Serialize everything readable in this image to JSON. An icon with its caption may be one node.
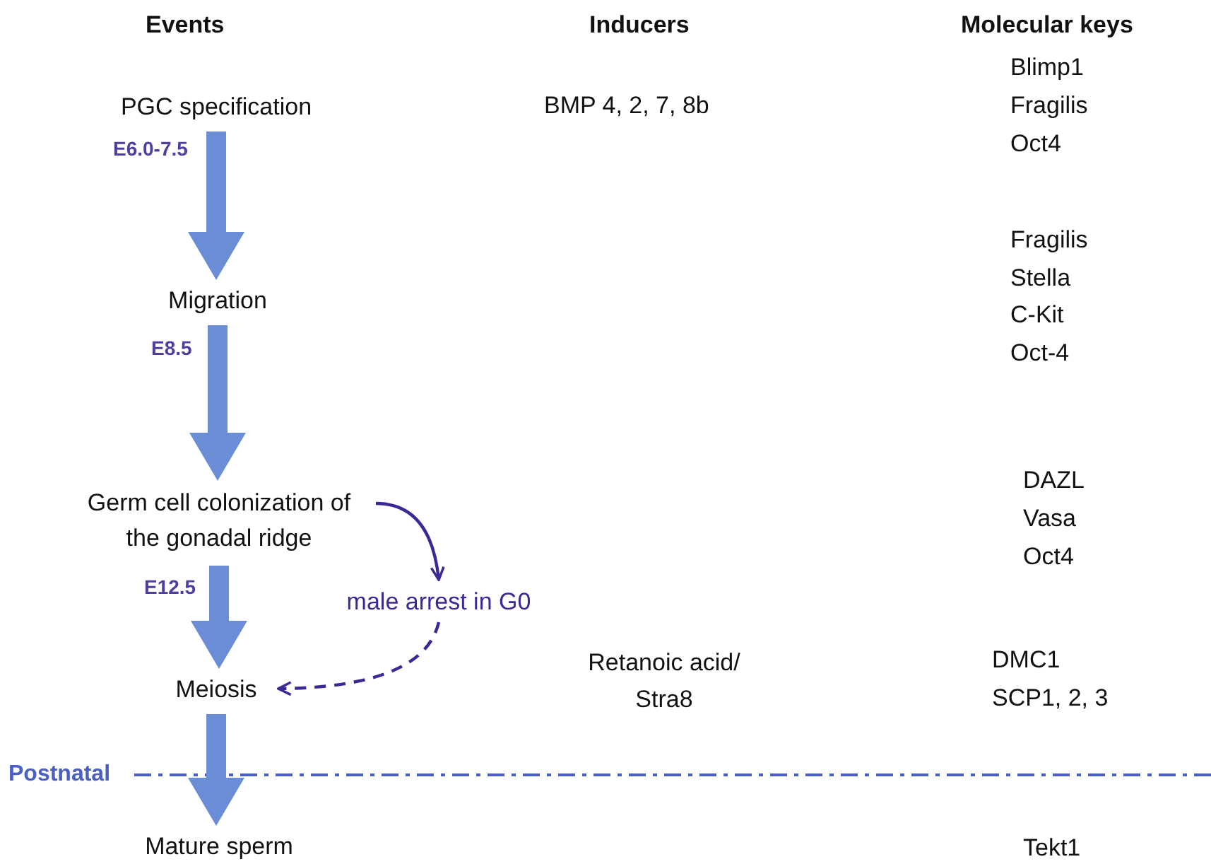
{
  "diagram": {
    "nodes": [
      {
        "text": [
          "PGC specification"
        ]
      },
      {
        "text": [
          "Migration"
        ]
      },
      {
        "text": [
          "Germ cell colonization of the gonadal ridge"
        ]
      },
      {
        "text": [
          "Meiosis"
        ]
      },
      {
        "text": [
          "Mature sperm"
        ]
      },
      {
        "text": [
          "male arrest in G0"
        ]
      }
    ],
    "edges": [
      {
        "from": 0,
        "to": 1,
        "arrow": "to",
        "label": "E6.0-7.5",
        "style": "thick"
      },
      {
        "from": 1,
        "to": 2,
        "arrow": "to",
        "label": "E8.5",
        "style": "thick"
      },
      {
        "from": 2,
        "to": 3,
        "arrow": "to",
        "label": "E12.5",
        "style": "thick"
      },
      {
        "from": 3,
        "to": 4,
        "arrow": "to",
        "style": "thick"
      },
      {
        "from": 2,
        "to": 5,
        "arrow": "to",
        "color": "#3b2a96"
      },
      {
        "from": 5,
        "to": 3,
        "arrow": "to",
        "style": "dashed",
        "color": "#3b2a96"
      }
    ],
    "labels": [
      "Events",
      "Inducers",
      "Molecular keys",
      "Blimp1",
      "BMP 4, 2, 7, 8b",
      "Fragilis",
      "Oct4",
      "Fragilis",
      "Stella",
      "C-Kit",
      "Oct-4",
      "DAZL",
      "Vasa",
      "Oct4",
      "Retanoic acid/ Stra8",
      "DMC1",
      "SCP1, 2, 3",
      "Postnatal",
      "Tekt1"
    ]
  }
}
